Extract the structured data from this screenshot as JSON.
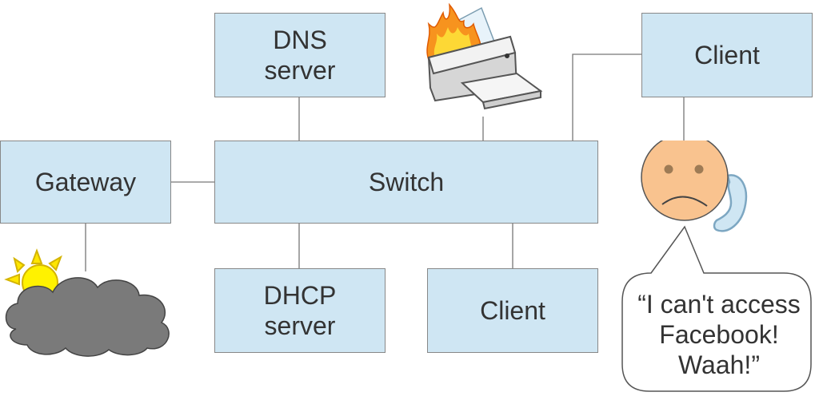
{
  "nodes": {
    "dns_server": [
      "DNS",
      "server"
    ],
    "client_top": "Client",
    "gateway": "Gateway",
    "switch": "Switch",
    "dhcp_server": [
      "DHCP",
      "server"
    ],
    "client_bottom": "Client"
  },
  "speech_bubble": [
    "“I can't access",
    "Facebook!",
    "Waah!”"
  ],
  "icons": [
    "printer-on-fire-icon",
    "sad-face-icon",
    "telephone-handset-icon",
    "sun-icon",
    "storm-cloud-icon",
    "speech-bubble-icon"
  ],
  "colors": {
    "node_fill": "#cfe6f3",
    "node_border": "#888888",
    "face_fill": "#f9c38f",
    "flame_orange": "#f7931e",
    "cloud_fill": "#7a7a7a",
    "sun_fill": "#fff200"
  }
}
